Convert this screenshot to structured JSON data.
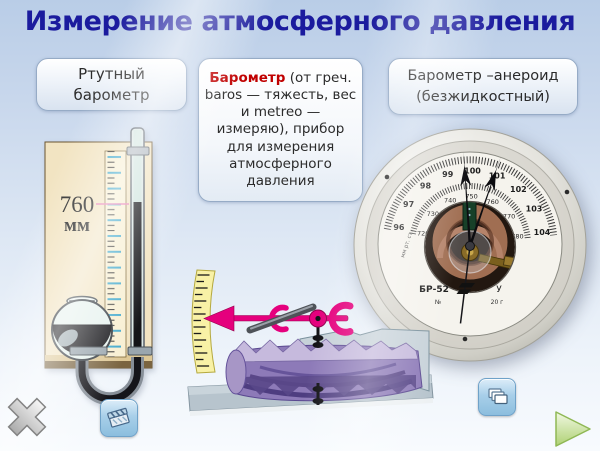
{
  "title": "Измерение атмосферного давления",
  "boxes": {
    "left": {
      "line1": "Ртутный",
      "line2": "барометр"
    },
    "center": {
      "term": "Барометр",
      "rest": " (от греч. baros — тяжесть, вес и metreo — измеряю), прибор для измерения атмосферного давления"
    },
    "right": {
      "line1": "Барометр –анероид",
      "line2": "(безжидкостный)"
    }
  },
  "mercury": {
    "label_value": "760",
    "label_unit": "мм"
  },
  "aneroid": {
    "outer_scale": [
      "96",
      "97",
      "98",
      "99",
      "100",
      "101",
      "102",
      "103",
      "104"
    ],
    "inner_scale": [
      "720",
      "730",
      "740",
      "750",
      "760",
      "770",
      "780"
    ],
    "unit_label": "мм рт. ст.",
    "model": "БР-52",
    "letter": "У",
    "serial": "№",
    "date": "20 г"
  },
  "colors": {
    "title_navy": "#1b1b9e",
    "term_red": "#c00000",
    "pointer_magenta": "#e5007d",
    "capsule_purple": "#8d7ab8",
    "ruler_yellow": "#f8f1a6",
    "button_blue": "#a8cfe9",
    "play_green": "#b5d87e"
  },
  "icons": {
    "close": "close-icon",
    "movie": "clapperboard-icon",
    "slides": "slides-icon",
    "play": "play-icon"
  }
}
